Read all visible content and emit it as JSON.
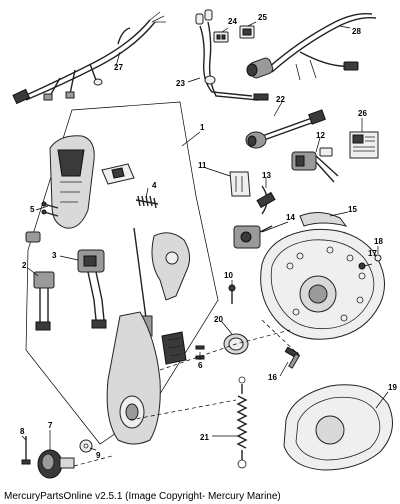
{
  "footer": "MercuryPartsOnline v2.5.1 (Image Copyright- Mercury Marine)",
  "callouts": {
    "c1": "1",
    "c2": "2",
    "c3": "3",
    "c4": "4",
    "c5": "5",
    "c6": "6",
    "c7": "7",
    "c8": "8",
    "c9": "9",
    "c10": "10",
    "c11": "11",
    "c12": "12",
    "c13": "13",
    "c14": "14",
    "c15": "15",
    "c16": "16",
    "c17": "17",
    "c18": "18",
    "c19": "19",
    "c20": "20",
    "c21": "21",
    "c22": "22",
    "c23": "23",
    "c24": "24",
    "c25": "25",
    "c26": "26",
    "c27": "27",
    "c28": "28"
  },
  "colors": {
    "ink": "#000000",
    "fill": "#d9d9d9",
    "dark": "#3a3a3a"
  }
}
